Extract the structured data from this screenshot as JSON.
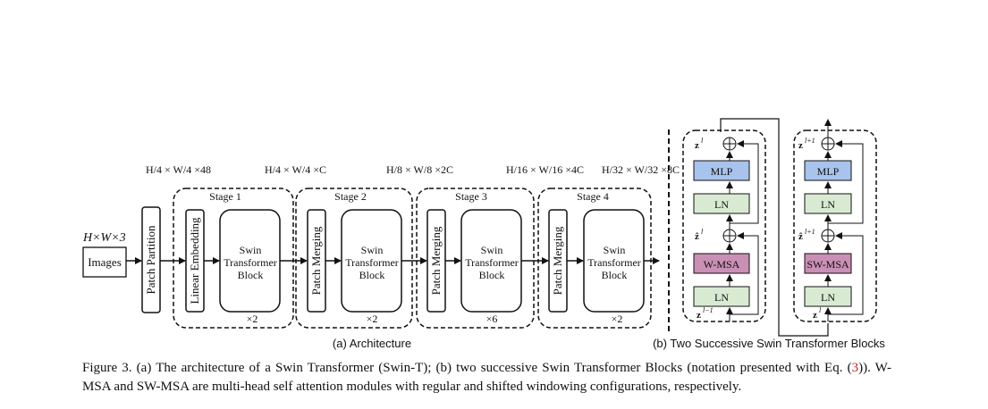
{
  "arch": {
    "input_dim": "H×W×3",
    "images": "Images",
    "patch_partition": "Patch Partition",
    "linear_embedding": "Linear Embedding",
    "patch_merging": "Patch Merging",
    "swin_block": [
      "Swin",
      "Transformer",
      "Block"
    ],
    "stages": [
      {
        "label": "Stage 1",
        "repeat": "×2",
        "dim": "H/4 × W/4 ×48"
      },
      {
        "label": "Stage 2",
        "repeat": "×2",
        "dim": "H/4 × W/4 ×C"
      },
      {
        "label": "Stage 3",
        "repeat": "×6",
        "dim": "H/8 × W/8 ×2C"
      },
      {
        "label": "Stage 4",
        "repeat": "×2",
        "dim": "H/16 × W/16 ×4C"
      }
    ],
    "final_dim": "H/32 × W/32 ×8C",
    "subcaption": "(a) Architecture"
  },
  "blocks": {
    "left": {
      "mlp": "MLP",
      "ln_top": "LN",
      "msa": "W-MSA",
      "ln_bottom": "LN",
      "z_in": "z",
      "z_in_sup": "l−1",
      "z_mid": "ẑ",
      "z_mid_sup": "l",
      "z_out": "z",
      "z_out_sup": "l"
    },
    "right": {
      "mlp": "MLP",
      "ln_top": "LN",
      "msa": "SW-MSA",
      "ln_bottom": "LN",
      "z_in": "z",
      "z_in_sup": "l",
      "z_mid": "ẑ",
      "z_mid_sup": "l+1",
      "z_out": "z",
      "z_out_sup": "l+1"
    },
    "subcaption": "(b) Two Successive Swin Transformer Blocks"
  },
  "colors": {
    "mlp": "#a8c3ec",
    "ln": "#d9ead3",
    "msa": "#c98fb5"
  },
  "caption": {
    "part1": "Figure 3. (a) The architecture of a Swin Transformer (Swin-T); (b) two successive Swin Transformer Blocks (notation presented with Eq. (",
    "ref": "3",
    "part2": ")). W-MSA and SW-MSA are multi-head self attention modules with regular and shifted windowing configurations, respectively."
  }
}
